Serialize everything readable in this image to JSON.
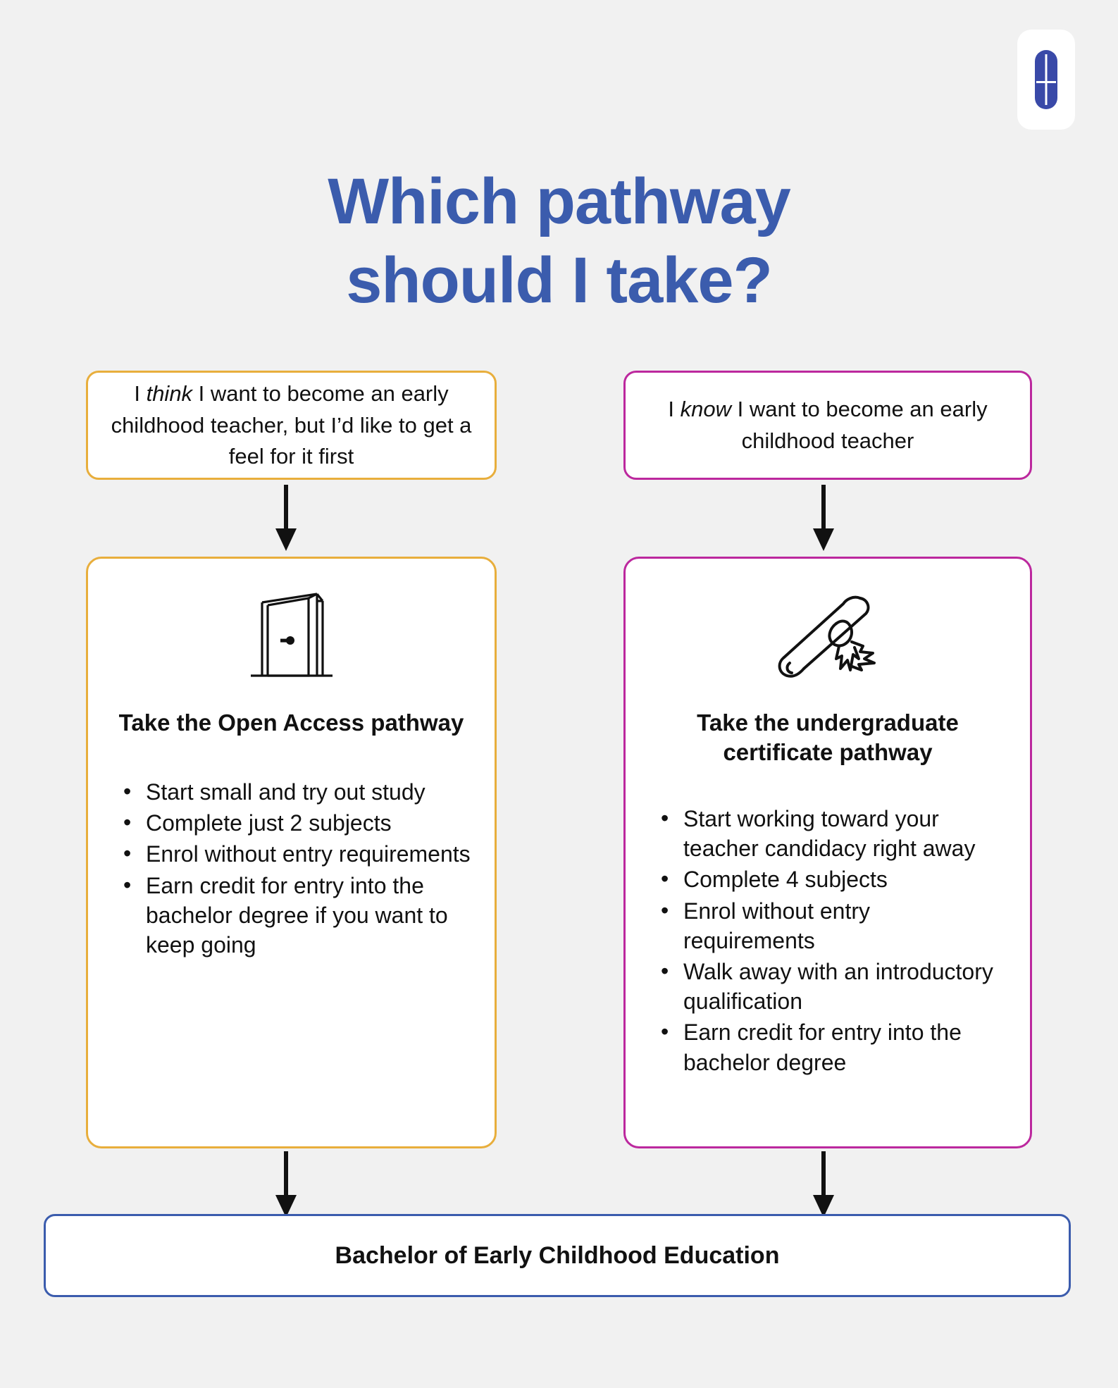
{
  "logo": {
    "icon": "capsule-cross-logo",
    "badge_color": "#ffffff",
    "mark_color": "#3949a8"
  },
  "title": {
    "line1": "Which pathway",
    "line2": "should I take?",
    "color": "#3b5cad"
  },
  "prompts": {
    "left": {
      "prefix": "I ",
      "emphasis": "think",
      "suffix": " I want to become an early childhood teacher, but I’d like to get a feel for it first",
      "border_color": "#e8ae3c"
    },
    "right": {
      "prefix": "I ",
      "emphasis": "know",
      "suffix": " I want to become an early childhood teacher",
      "border_color": "#bc289e"
    }
  },
  "cards": {
    "left": {
      "icon": "open-door-icon",
      "heading": "Take the Open Access pathway",
      "border_color": "#e8ae3c",
      "bullets": [
        "Start small and try out study",
        "Complete just 2 subjects",
        "Enrol without entry requirements",
        "Earn credit for entry into the bachelor degree if you want to keep going"
      ]
    },
    "right": {
      "icon": "diploma-scroll-icon",
      "heading": "Take the undergraduate certificate pathway",
      "border_color": "#bc289e",
      "bullets": [
        "Start working toward your teacher candidacy right away",
        "Complete 4 subjects",
        "Enrol without entry requirements",
        "Walk away with an introductory qualification",
        "Earn credit for entry into the bachelor degree"
      ]
    }
  },
  "outcome": {
    "label": "Bachelor of Early Childhood Education",
    "border_color": "#3b5cad"
  },
  "arrows": {
    "color": "#111111",
    "count": 4
  },
  "background_color": "#f1f1f1"
}
